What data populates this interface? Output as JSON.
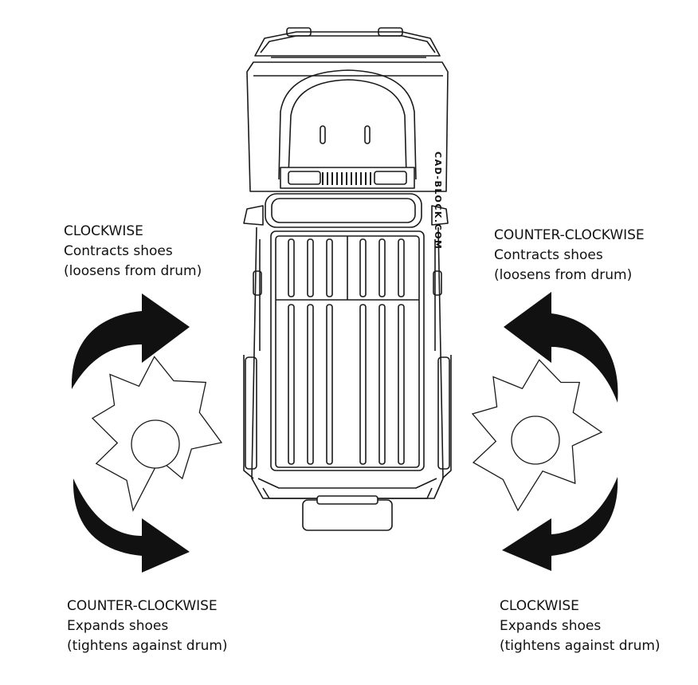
{
  "labels": {
    "top_left": {
      "direction": "CLOCKWISE",
      "action": "Contracts shoes",
      "detail": "(loosens from drum)"
    },
    "top_right": {
      "direction": "COUNTER-CLOCKWISE",
      "action": "Contracts shoes",
      "detail": "(loosens from drum)"
    },
    "bottom_left": {
      "direction": "COUNTER-CLOCKWISE",
      "action": "Expands shoes",
      "detail": "(tightens against drum)"
    },
    "bottom_right": {
      "direction": "CLOCKWISE",
      "action": "Expands shoes",
      "detail": "(tightens against drum)"
    }
  },
  "watermark": "CAD-BLOCK.COM",
  "colors": {
    "arrow": "#111111",
    "line": "#1a1a1a",
    "background": "#ffffff"
  }
}
